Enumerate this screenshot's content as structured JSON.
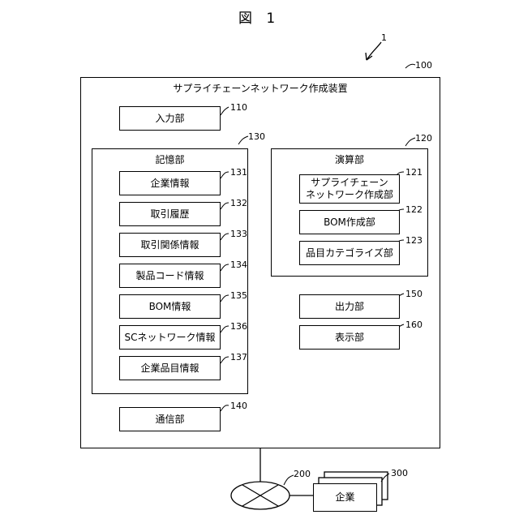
{
  "figure_label": "図 1",
  "system": {
    "ref": "1"
  },
  "device": {
    "title": "サプライチェーンネットワーク作成装置",
    "ref": "100"
  },
  "input": {
    "label": "入力部",
    "ref": "110"
  },
  "storage": {
    "title": "記憶部",
    "ref": "130",
    "items": [
      {
        "label": "企業情報",
        "ref": "131"
      },
      {
        "label": "取引履歴",
        "ref": "132"
      },
      {
        "label": "取引関係情報",
        "ref": "133"
      },
      {
        "label": "製品コード情報",
        "ref": "134"
      },
      {
        "label": "BOM情報",
        "ref": "135"
      },
      {
        "label": "SCネットワーク情報",
        "ref": "136"
      },
      {
        "label": "企業品目情報",
        "ref": "137"
      }
    ]
  },
  "compute": {
    "title": "演算部",
    "ref": "120",
    "items": [
      {
        "label_line1": "サプライチェーン",
        "label_line2": "ネットワーク作成部",
        "ref": "121"
      },
      {
        "label": "BOM作成部",
        "ref": "122"
      },
      {
        "label": "品目カテゴライズ部",
        "ref": "123"
      }
    ]
  },
  "output": {
    "label": "出力部",
    "ref": "150"
  },
  "display": {
    "label": "表示部",
    "ref": "160"
  },
  "comm": {
    "label": "通信部",
    "ref": "140"
  },
  "network": {
    "ref": "200"
  },
  "companies": {
    "label": "企業",
    "ref": "300"
  }
}
